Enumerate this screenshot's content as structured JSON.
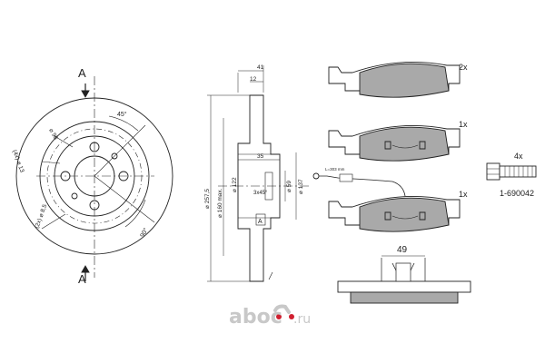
{
  "section_marks": {
    "top": "A",
    "bottom": "A",
    "side": "A"
  },
  "disc_front": {
    "angle_top": "45°",
    "angle_bottom": "90°",
    "hole_small": "(4x) ⌀ 13",
    "hole_big": "(2x) ⌀ 8,5",
    "hub_diameter": "⌀ 98"
  },
  "disc_section": {
    "width_total": "41",
    "width_hub": "12",
    "hub_depth": "35",
    "outer_diameter": "⌀ 257,5",
    "friction_diameter": "⌀ 160 max.",
    "bore_diameter": "⌀ 122",
    "pilot_diameter": "⌀ 59",
    "bolt_circle": "⌀ 137",
    "chamfer": "3x45°"
  },
  "pads": {
    "qty_top": "2x",
    "qty_middle": "1x",
    "qty_bottom": "1x",
    "sensor_note": "L=303 mm",
    "pad_width": "49"
  },
  "bolt": {
    "qty": "4x",
    "part_number": "1-690042"
  },
  "brand": {
    "text": "aboc.ru",
    "icon": "car-icon"
  },
  "colors": {
    "line": "#222222",
    "pad_fill": "#a9a9a9",
    "logo_text": "#c8c8c8",
    "logo_accent": "#d02030"
  }
}
